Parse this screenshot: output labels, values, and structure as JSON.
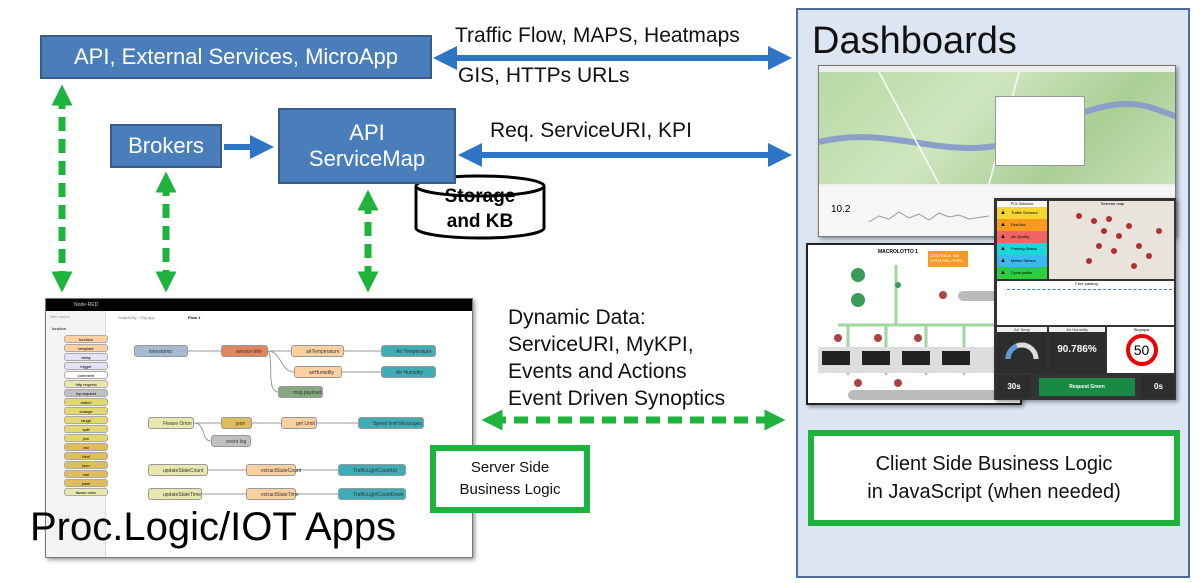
{
  "boxes": {
    "api_external": "API, External Services, MicroApp",
    "brokers": "Brokers",
    "api_servicemap_line1": "API",
    "api_servicemap_line2": "ServiceMap",
    "storage_line1": "Storage",
    "storage_line2": "and KB",
    "server_side_line1": "Server Side",
    "server_side_line2": "Business Logic",
    "client_side_line1": "Client Side Business Logic",
    "client_side_line2": "in JavaScript (when needed)"
  },
  "labels": {
    "traffic_flow": "Traffic Flow, MAPS, Heatmaps",
    "gis": "GIS, HTTPs URLs",
    "req_service": "Req. ServiceURI, KPI",
    "dynamic": [
      "Dynamic Data:",
      "ServiceURI, MyKPI,",
      "Events and Actions",
      "Event Driven Synoptics"
    ],
    "dashboards": "Dashboards",
    "proc_logic": "Proc.Logic/IOT Apps"
  },
  "nodered": {
    "title": "Node-RED",
    "filter": "filter nodes",
    "tabs": [
      "Snap4City - City app",
      "Flow 1"
    ],
    "category": "function",
    "palette": [
      "function",
      "template",
      "delay",
      "trigger",
      "comment",
      "http request",
      "tcp request",
      "switch",
      "change",
      "range",
      "split",
      "join",
      "csv",
      "html",
      "json",
      "xml",
      "yaml",
      "fiware orion"
    ],
    "nodes": [
      "timestamp",
      "service-info",
      "airTemperature",
      "Air Temperature",
      "airHumidity",
      "Air Humidity",
      "msg.payload",
      "Fiware Orion",
      "json",
      "get Limit",
      "Speed limit Messages",
      "event log",
      "updateStateCount",
      "extractStateCount",
      "TrafficLightCountUp",
      "updateStateTime",
      "extractStateTime",
      "TrafficLightCountDown"
    ]
  },
  "dashboard_widgets": {
    "value_small": "10.2",
    "poi_title": "POI Selector",
    "map_title": "Selector map",
    "poi_items": [
      {
        "label": "Traffic Sensors",
        "color": "#f7d531"
      },
      {
        "label": "First Aid",
        "color": "#f79a1e"
      },
      {
        "label": "Air Quality",
        "color": "#f06464"
      },
      {
        "label": "Parking Status",
        "color": "#1ad8d8"
      },
      {
        "label": "Meteo Sensor",
        "color": "#3ab8f0"
      },
      {
        "label": "Cycle paths",
        "color": "#2ccf3a"
      }
    ],
    "chart_title": "Free parking",
    "air_temp_title": "Air Temp",
    "air_humidity_title": "Air Humidity",
    "air_humidity_value": "90.786%",
    "speed_title": "Stopspot",
    "speed_limit": "50",
    "timer_left": "30s",
    "request_button": "Request Green",
    "timer_right": "0s",
    "synoptic_title": "MACROLOTTO 1",
    "synoptic_tag": "CENTRALE VIA GORA DEL PERO"
  },
  "colors": {
    "blue_box": "#4a7ebb",
    "blue_arrow": "#2e75c6",
    "green": "#1db33c",
    "panel": "#dce6f2"
  }
}
